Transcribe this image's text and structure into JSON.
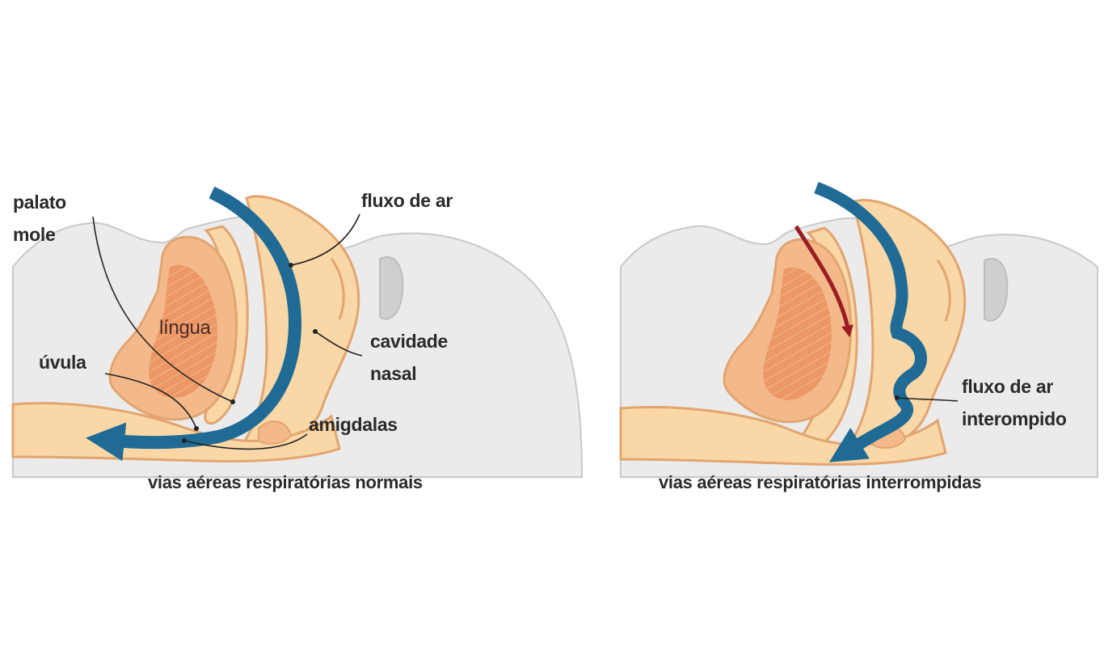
{
  "colors": {
    "head": "#ebebeb",
    "head_outline": "#c9c9c9",
    "tissue": "#f9d7a6",
    "tissue_outline": "#e2a56f",
    "tongue": "#f0a26c",
    "tongue_core": "#e8835a",
    "airflow": "#1f6b95",
    "blocked_flow": "#9b1c22",
    "text": "#2a2a2a"
  },
  "panels": {
    "normal": {
      "labels": {
        "soft_palate_line1": "palato",
        "soft_palate_line2": "mole",
        "tongue": "língua",
        "uvula": "úvula",
        "airflow": "fluxo de ar",
        "nasal_cavity_line1": "cavidade",
        "nasal_cavity_line2": "nasal",
        "tonsils": "amigdalas"
      },
      "caption": "vias aéreas respiratórias normais"
    },
    "obstructed": {
      "labels": {
        "airflow_line1": "fluxo de ar",
        "airflow_line2": "interompido"
      },
      "caption": "vias aéreas respiratórias interrompidas"
    }
  }
}
